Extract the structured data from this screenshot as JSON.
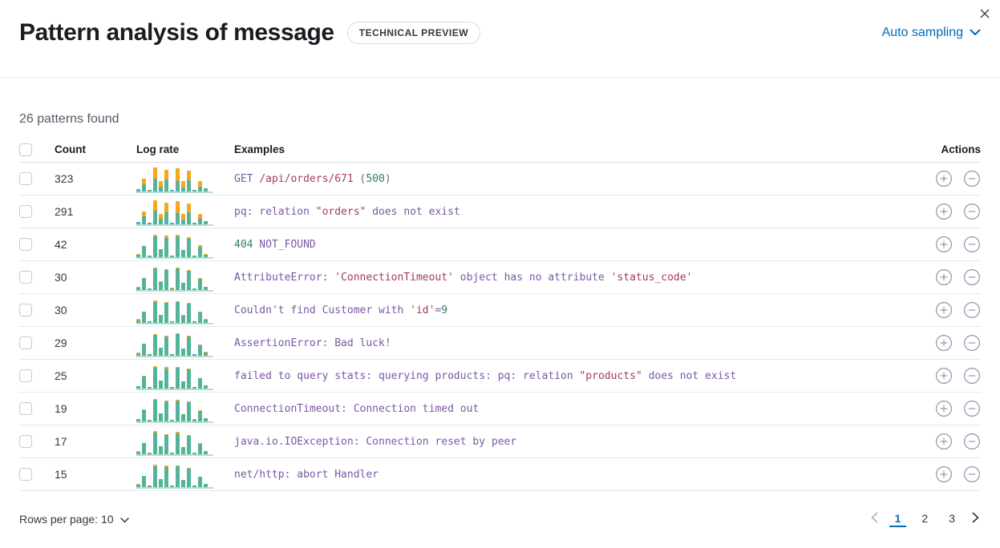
{
  "header": {
    "title": "Pattern analysis of message",
    "badge": "TECHNICAL PREVIEW",
    "sampling_label": "Auto sampling"
  },
  "summary": "26 patterns found",
  "colors": {
    "accent_blue": "#006bb8",
    "chart_green": "#54b399",
    "chart_orange": "#f8a61d",
    "code_purple": "#7a58a5",
    "code_red": "#a43d55",
    "code_green": "#2e7d63"
  },
  "table": {
    "columns": {
      "count": "Count",
      "log_rate": "Log rate",
      "examples": "Examples",
      "actions": "Actions"
    },
    "rows": [
      {
        "count": "323",
        "example": [
          {
            "text": "GET ",
            "color": "purple"
          },
          {
            "text": "/api/orders/671",
            "color": "red"
          },
          {
            "text": " (",
            "color": "purple"
          },
          {
            "text": "500",
            "color": "green"
          },
          {
            "text": ")",
            "color": "purple"
          }
        ],
        "bars": [
          [
            3,
            0
          ],
          [
            9,
            7
          ],
          [
            2,
            0
          ],
          [
            16,
            14
          ],
          [
            6,
            7
          ],
          [
            15,
            12
          ],
          [
            2,
            0
          ],
          [
            13,
            16
          ],
          [
            5,
            8
          ],
          [
            14,
            12
          ],
          [
            2,
            0
          ],
          [
            6,
            7
          ],
          [
            4,
            0
          ]
        ]
      },
      {
        "count": "291",
        "example": [
          {
            "text": "pq: relation ",
            "color": "purple"
          },
          {
            "text": "\"orders\"",
            "color": "red"
          },
          {
            "text": " does not exist",
            "color": "purple"
          }
        ],
        "bars": [
          [
            3,
            0
          ],
          [
            10,
            6
          ],
          [
            2,
            0
          ],
          [
            17,
            13
          ],
          [
            7,
            6
          ],
          [
            15,
            12
          ],
          [
            2,
            0
          ],
          [
            14,
            15
          ],
          [
            6,
            7
          ],
          [
            15,
            11
          ],
          [
            2,
            0
          ],
          [
            7,
            6
          ],
          [
            4,
            0
          ]
        ]
      },
      {
        "count": "42",
        "example": [
          {
            "text": "404",
            "color": "green"
          },
          {
            "text": " NOT_FOUND",
            "color": "purple"
          }
        ],
        "bars": [
          [
            3,
            1
          ],
          [
            14,
            0
          ],
          [
            2,
            0
          ],
          [
            26,
            2
          ],
          [
            10,
            0
          ],
          [
            24,
            3
          ],
          [
            2,
            0
          ],
          [
            26,
            2
          ],
          [
            9,
            0
          ],
          [
            23,
            2
          ],
          [
            2,
            0
          ],
          [
            13,
            2
          ],
          [
            3,
            1
          ]
        ]
      },
      {
        "count": "30",
        "example": [
          {
            "text": "AttributeError: ",
            "color": "purple"
          },
          {
            "text": "'ConnectionTimeout'",
            "color": "red"
          },
          {
            "text": " object has no attribute ",
            "color": "purple"
          },
          {
            "text": "'status_code'",
            "color": "red"
          }
        ],
        "bars": [
          [
            3,
            1
          ],
          [
            15,
            0
          ],
          [
            2,
            0
          ],
          [
            27,
            1
          ],
          [
            10,
            1
          ],
          [
            25,
            1
          ],
          [
            2,
            1
          ],
          [
            27,
            1
          ],
          [
            9,
            0
          ],
          [
            24,
            1
          ],
          [
            2,
            0
          ],
          [
            14,
            1
          ],
          [
            4,
            0
          ]
        ]
      },
      {
        "count": "30",
        "example": [
          {
            "text": "Couldn't find Customer with ",
            "color": "purple"
          },
          {
            "text": "'id'",
            "color": "red"
          },
          {
            "text": "=",
            "color": "purple"
          },
          {
            "text": "9",
            "color": "green"
          }
        ],
        "bars": [
          [
            3,
            2
          ],
          [
            14,
            0
          ],
          [
            2,
            0
          ],
          [
            26,
            2
          ],
          [
            10,
            0
          ],
          [
            25,
            1
          ],
          [
            2,
            0
          ],
          [
            26,
            1
          ],
          [
            9,
            1
          ],
          [
            24,
            1
          ],
          [
            2,
            0
          ],
          [
            13,
            1
          ],
          [
            4,
            1
          ]
        ]
      },
      {
        "count": "29",
        "example": [
          {
            "text": "AssertionError: Bad luck!",
            "color": "purple"
          }
        ],
        "bars": [
          [
            3,
            1
          ],
          [
            15,
            0
          ],
          [
            2,
            0
          ],
          [
            26,
            1
          ],
          [
            10,
            0
          ],
          [
            24,
            1
          ],
          [
            2,
            0
          ],
          [
            27,
            1
          ],
          [
            9,
            0
          ],
          [
            24,
            1
          ],
          [
            2,
            0
          ],
          [
            13,
            1
          ],
          [
            4,
            1
          ]
        ]
      },
      {
        "count": "25",
        "example": [
          {
            "text": "failed to query stats: querying products: pq: relation ",
            "color": "purple"
          },
          {
            "text": "\"products\"",
            "color": "red"
          },
          {
            "text": " does not exist",
            "color": "purple"
          }
        ],
        "bars": [
          [
            3,
            0
          ],
          [
            15,
            1
          ],
          [
            2,
            0
          ],
          [
            26,
            2
          ],
          [
            10,
            0
          ],
          [
            25,
            2
          ],
          [
            2,
            0
          ],
          [
            26,
            1
          ],
          [
            9,
            0
          ],
          [
            24,
            1
          ],
          [
            2,
            0
          ],
          [
            13,
            0
          ],
          [
            4,
            0
          ]
        ]
      },
      {
        "count": "19",
        "example": [
          {
            "text": "ConnectionTimeout: Connection timed out",
            "color": "purple"
          }
        ],
        "bars": [
          [
            3,
            0
          ],
          [
            14,
            1
          ],
          [
            2,
            0
          ],
          [
            27,
            1
          ],
          [
            10,
            0
          ],
          [
            25,
            1
          ],
          [
            2,
            0
          ],
          [
            26,
            1
          ],
          [
            9,
            0
          ],
          [
            24,
            1
          ],
          [
            2,
            1
          ],
          [
            13,
            1
          ],
          [
            4,
            0
          ]
        ]
      },
      {
        "count": "17",
        "example": [
          {
            "text": "java.io.IOException: Connection reset by peer",
            "color": "purple"
          }
        ],
        "bars": [
          [
            3,
            1
          ],
          [
            14,
            0
          ],
          [
            2,
            0
          ],
          [
            27,
            2
          ],
          [
            10,
            0
          ],
          [
            24,
            1
          ],
          [
            2,
            0
          ],
          [
            26,
            2
          ],
          [
            9,
            0
          ],
          [
            23,
            1
          ],
          [
            2,
            0
          ],
          [
            13,
            1
          ],
          [
            4,
            0
          ]
        ]
      },
      {
        "count": "15",
        "example": [
          {
            "text": "net/http: abort Handler",
            "color": "purple"
          }
        ],
        "bars": [
          [
            3,
            1
          ],
          [
            14,
            0
          ],
          [
            2,
            0
          ],
          [
            26,
            2
          ],
          [
            10,
            0
          ],
          [
            25,
            2
          ],
          [
            2,
            0
          ],
          [
            26,
            1
          ],
          [
            9,
            0
          ],
          [
            23,
            1
          ],
          [
            2,
            0
          ],
          [
            13,
            0
          ],
          [
            4,
            0
          ]
        ]
      }
    ]
  },
  "footer": {
    "rows_per_page_label": "Rows per page: 10",
    "pages": [
      "1",
      "2",
      "3"
    ],
    "active_page": "1"
  }
}
